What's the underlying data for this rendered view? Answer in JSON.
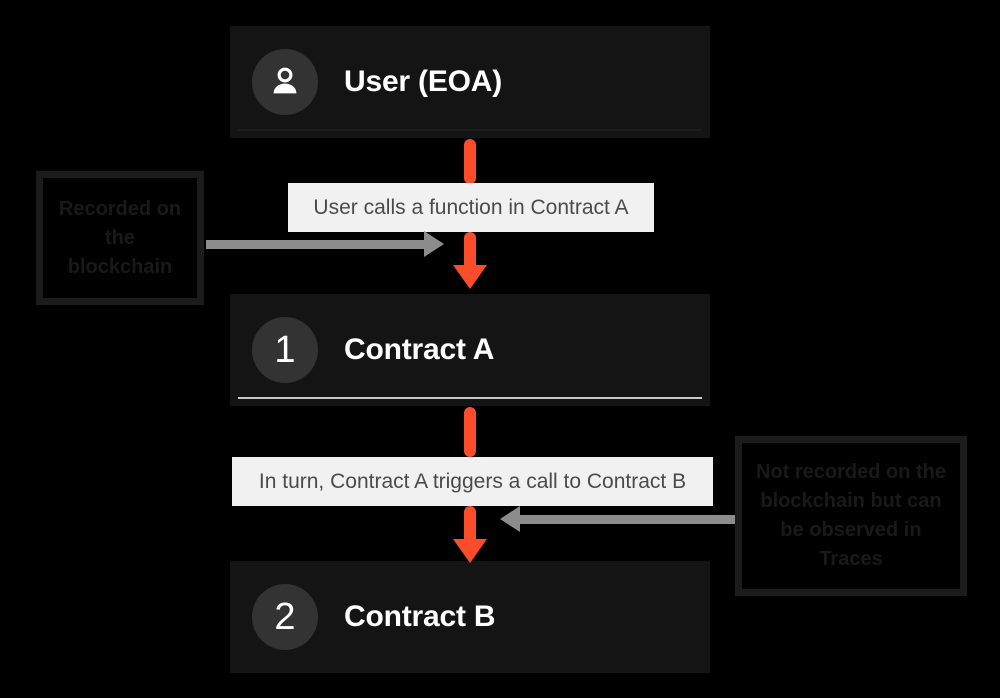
{
  "diagram": {
    "type": "flow",
    "background_color": "#000000",
    "accent_color": "#fb4d2a",
    "nodes": [
      {
        "id": "user",
        "label": "User (EOA)",
        "badge_kind": "person-icon",
        "badge_text": ""
      },
      {
        "id": "contract-a",
        "label": "Contract A",
        "badge_kind": "number",
        "badge_text": "1"
      },
      {
        "id": "contract-b",
        "label": "Contract B",
        "badge_kind": "number",
        "badge_text": "2"
      }
    ],
    "edge_captions": [
      {
        "id": "caption-1",
        "text": "User calls a function in Contract A"
      },
      {
        "id": "caption-2",
        "text": "In turn, Contract A triggers a call to Contract B"
      }
    ],
    "annotations": [
      {
        "id": "note-left",
        "text": "Recorded on the blockchain"
      },
      {
        "id": "note-right",
        "text": "Not recorded on the blockchain but can be observed in Traces"
      }
    ]
  }
}
